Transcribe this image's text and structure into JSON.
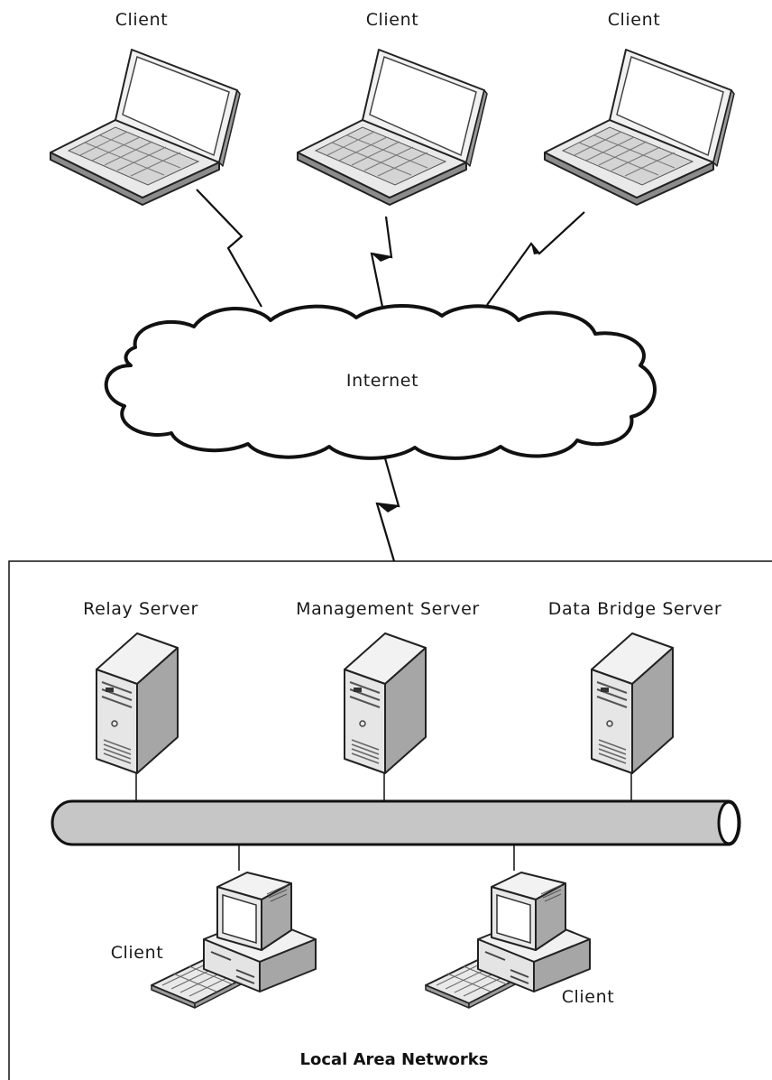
{
  "diagram": {
    "laptops": [
      {
        "label": "Client"
      },
      {
        "label": "Client"
      },
      {
        "label": "Client"
      }
    ],
    "cloud": {
      "label": "Internet"
    },
    "lan": {
      "title": "Local Area Networks",
      "servers": [
        {
          "label": "Relay Server"
        },
        {
          "label": "Management Server"
        },
        {
          "label": "Data Bridge Server"
        }
      ],
      "desktops": [
        {
          "label": "Client"
        },
        {
          "label": "Client"
        }
      ]
    }
  }
}
